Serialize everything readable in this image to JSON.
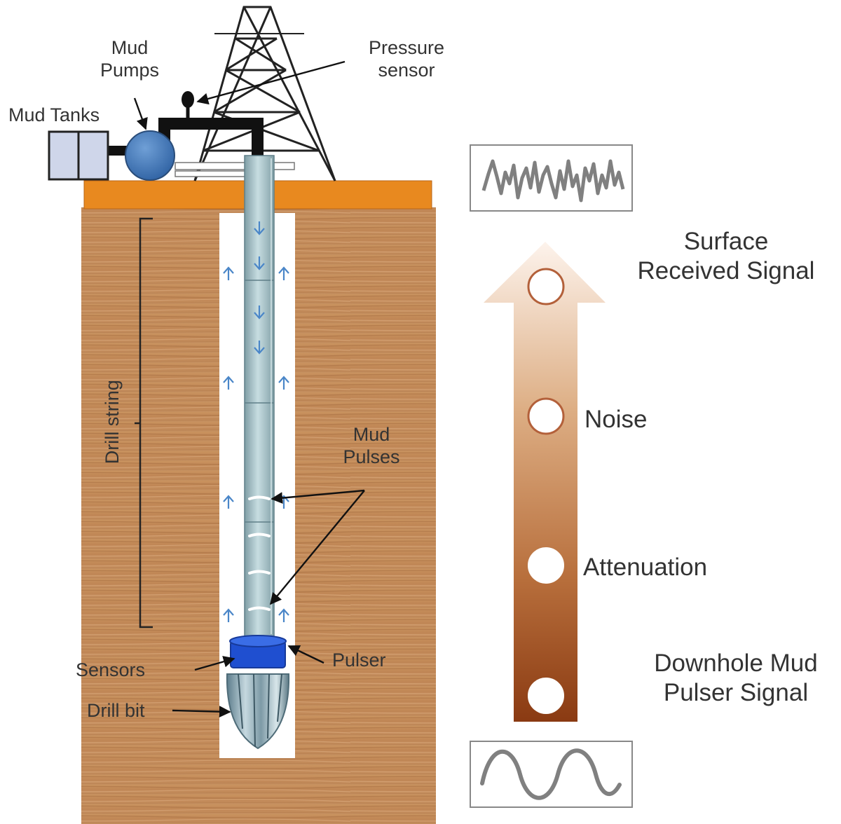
{
  "labels": {
    "mud_pumps": [
      "Mud",
      "Pumps"
    ],
    "pressure_sensor": [
      "Pressure",
      "sensor"
    ],
    "mud_tanks": "Mud Tanks",
    "drill_string": "Drill string",
    "mud_pulses": [
      "Mud",
      "Pulses"
    ],
    "sensors": "Sensors",
    "pulser": "Pulser",
    "drill_bit": "Drill bit",
    "surface_received_signal": [
      "Surface",
      "Received Signal"
    ],
    "noise": "Noise",
    "attenuation": "Attenuation",
    "downhole_mud_pulser_signal": [
      "Downhole Mud",
      "Pulser Signal"
    ]
  },
  "colors": {
    "earth": "#c48d5d",
    "platform": "#e8891f",
    "pipe": "#a9c4ca",
    "pump": "#3f78b8",
    "pulser": "#1f4fd0",
    "arrow_top": "#fbeee6",
    "arrow_bottom": "#8a3a12",
    "signal_line": "#777777"
  }
}
